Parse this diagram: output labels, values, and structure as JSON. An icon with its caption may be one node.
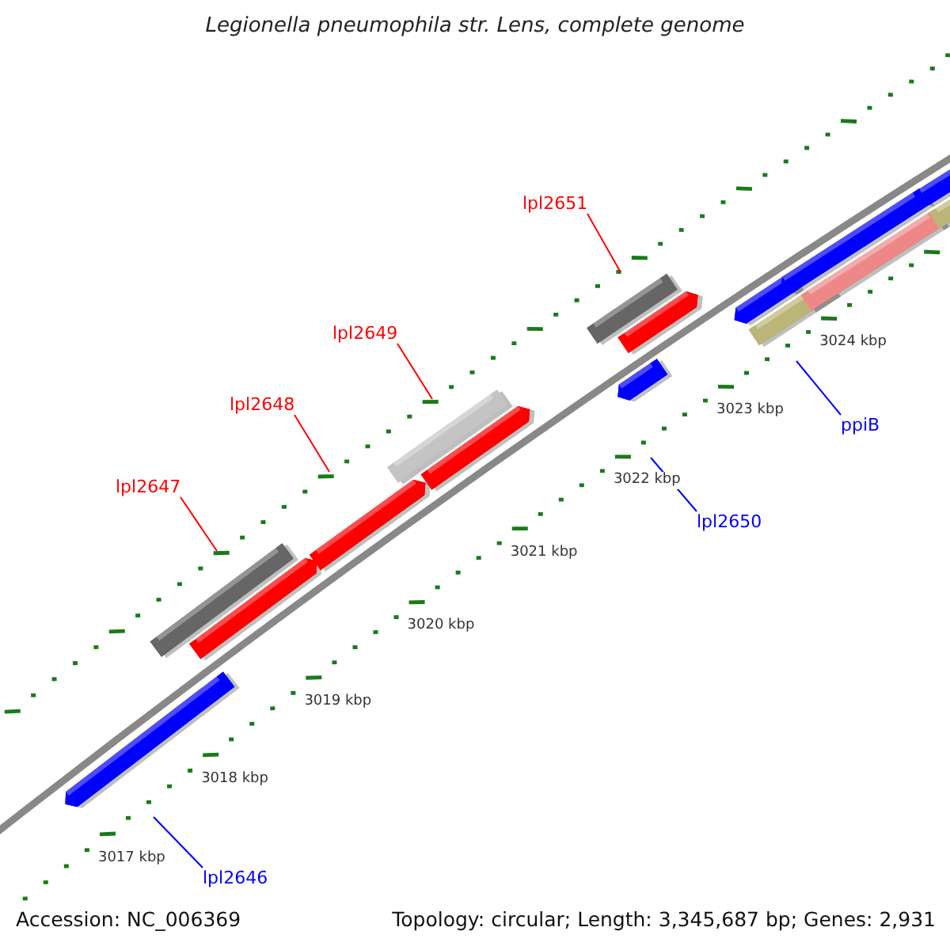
{
  "diagram": {
    "title": "Legionella pneumophila str. Lens, complete genome",
    "nodes": [
      {
        "text": [
          "lpl2651"
        ]
      },
      {
        "text": [
          "lpl2649"
        ]
      },
      {
        "text": [
          "lpl2648"
        ]
      },
      {
        "text": [
          "ppiB"
        ]
      },
      {
        "text": [
          "lpl2647"
        ]
      },
      {
        "text": [
          "lpl2650"
        ]
      },
      {
        "text": [
          "lpl2646"
        ]
      }
    ],
    "edges": [
      {
        "from": 0,
        "to": null,
        "arrow": "none"
      },
      {
        "from": 1,
        "to": null,
        "arrow": "none"
      },
      {
        "from": 2,
        "to": null,
        "arrow": "none"
      },
      {
        "from": 3,
        "to": null,
        "arrow": "none",
        "color": "#0000ff"
      },
      {
        "from": 4,
        "to": null,
        "arrow": "none"
      },
      {
        "from": 5,
        "to": null,
        "arrow": "none",
        "color": "#0000ff"
      },
      {
        "from": 6,
        "to": null,
        "arrow": "none",
        "color": "#0000ff"
      }
    ],
    "labels": [
      "3024 kbp",
      "3023 kbp",
      "3022 kbp",
      "3021 kbp",
      "3020 kbp",
      "3019 kbp",
      "3018 kbp",
      "3017 kbp",
      "Accession: NC_006369",
      "Topology: circular; Length: 3,345,687 bp; Genes: 2,931"
    ]
  }
}
